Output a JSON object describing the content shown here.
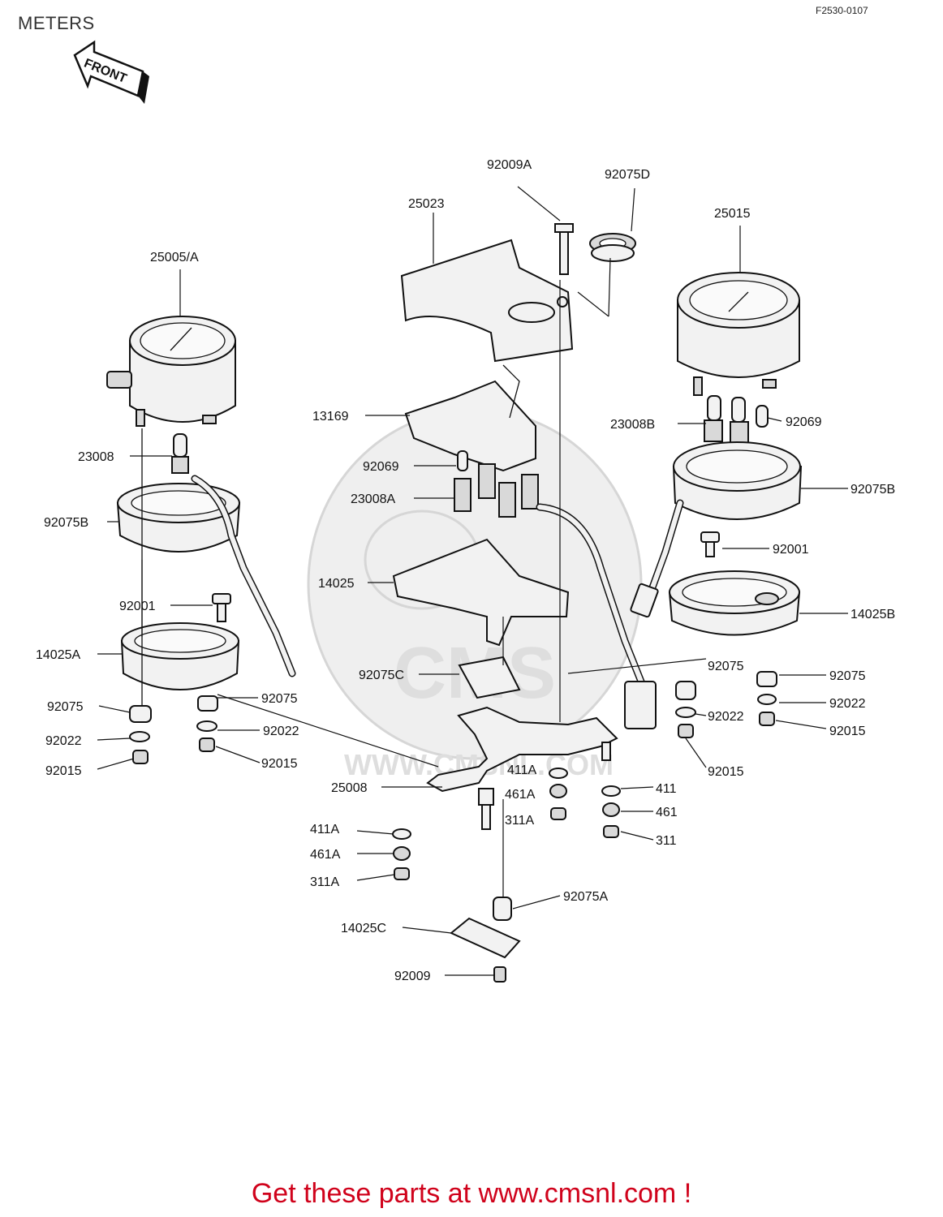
{
  "header": {
    "title": "METERS",
    "diagram_code": "F2530-0107",
    "direction_label": "FRONT"
  },
  "watermark": {
    "brand": "CMS",
    "url": "WWW.CMSNL.COM"
  },
  "callouts": [
    {
      "id": "c1",
      "text": "92009A"
    },
    {
      "id": "c2",
      "text": "92075D"
    },
    {
      "id": "c3",
      "text": "25023"
    },
    {
      "id": "c4",
      "text": "25015"
    },
    {
      "id": "c5",
      "text": "25005/A"
    },
    {
      "id": "c6",
      "text": "13169"
    },
    {
      "id": "c7",
      "text": "23008B"
    },
    {
      "id": "c8",
      "text": "92069"
    },
    {
      "id": "c9",
      "text": "23008"
    },
    {
      "id": "c10",
      "text": "92069"
    },
    {
      "id": "c11",
      "text": "23008A"
    },
    {
      "id": "c12",
      "text": "92075B"
    },
    {
      "id": "c13",
      "text": "92075B"
    },
    {
      "id": "c14",
      "text": "92001"
    },
    {
      "id": "c15",
      "text": "14025"
    },
    {
      "id": "c16",
      "text": "92001"
    },
    {
      "id": "c17",
      "text": "14025B"
    },
    {
      "id": "c18",
      "text": "14025A"
    },
    {
      "id": "c19",
      "text": "92075"
    },
    {
      "id": "c20",
      "text": "92075C"
    },
    {
      "id": "c21",
      "text": "92075"
    },
    {
      "id": "c22",
      "text": "92075"
    },
    {
      "id": "c23",
      "text": "92075"
    },
    {
      "id": "c24",
      "text": "92022"
    },
    {
      "id": "c25",
      "text": "92022"
    },
    {
      "id": "c26",
      "text": "92022"
    },
    {
      "id": "c27",
      "text": "92022"
    },
    {
      "id": "c28",
      "text": "92015"
    },
    {
      "id": "c29",
      "text": "92015"
    },
    {
      "id": "c30",
      "text": "92015"
    },
    {
      "id": "c31",
      "text": "92015"
    },
    {
      "id": "c32",
      "text": "411A"
    },
    {
      "id": "c33",
      "text": "25008"
    },
    {
      "id": "c34",
      "text": "461A"
    },
    {
      "id": "c35",
      "text": "411"
    },
    {
      "id": "c36",
      "text": "311A"
    },
    {
      "id": "c37",
      "text": "461"
    },
    {
      "id": "c38",
      "text": "311"
    },
    {
      "id": "c39",
      "text": "411A"
    },
    {
      "id": "c40",
      "text": "461A"
    },
    {
      "id": "c41",
      "text": "311A"
    },
    {
      "id": "c42",
      "text": "92075A"
    },
    {
      "id": "c43",
      "text": "14025C"
    },
    {
      "id": "c44",
      "text": "92009"
    }
  ],
  "footer": {
    "cta": "Get these parts at www.cmsnl.com !"
  }
}
